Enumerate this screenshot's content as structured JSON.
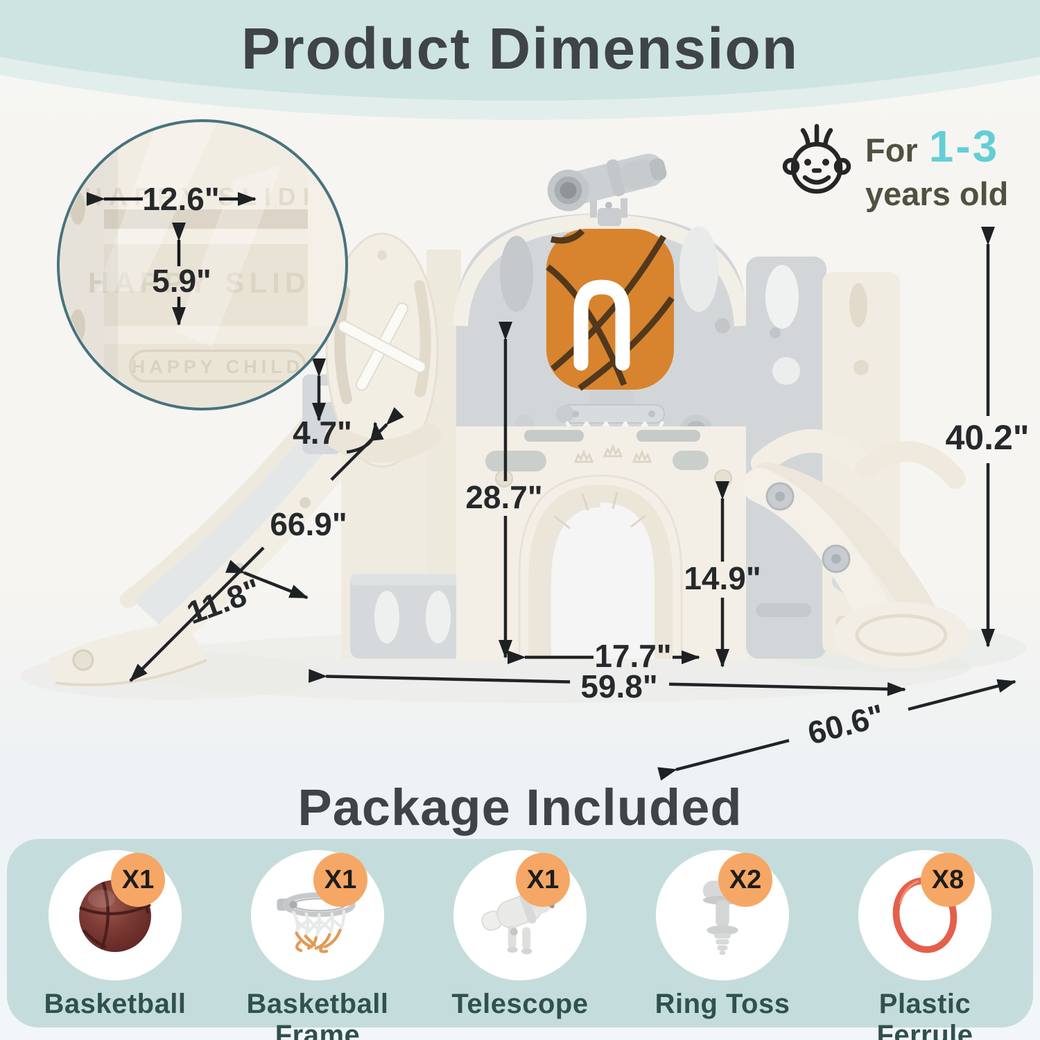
{
  "header": {
    "title": "Product Dimension"
  },
  "age": {
    "for": "For",
    "range": "1-3",
    "suffix": "years old"
  },
  "inset": {
    "width": "12.6\"",
    "height": "5.9\"",
    "emboss_step_top": "HAPPY SLIDE",
    "emboss_step": "HAPPY SLIDE",
    "emboss_plate": "HAPPY CHILD"
  },
  "dims": {
    "rail_height": "4.7\"",
    "slide_length": "66.9\"",
    "slide_width": "11.8\"",
    "platform_height": "28.7\"",
    "door_height": "14.9\"",
    "door_width": "17.7\"",
    "overall_width": "59.8\"",
    "overall_depth": "60.6\"",
    "overall_height": "40.2\""
  },
  "package": {
    "title": "Package Included",
    "items": [
      {
        "label": "Basketball",
        "qty": "X1"
      },
      {
        "label": "Basketball Frame",
        "qty": "X1"
      },
      {
        "label": "Telescope",
        "qty": "X1"
      },
      {
        "label": "Ring Toss",
        "qty": "X2"
      },
      {
        "label": "Plastic Ferrule",
        "qty": "X8"
      }
    ]
  },
  "colors": {
    "accent_teal": "#63ced6",
    "header_band": "#cee4e2",
    "package_band": "#c4dddc",
    "badge_orange": "#f6a765",
    "basketball_orange": "#d8832e",
    "title_text": "#3e4448"
  }
}
